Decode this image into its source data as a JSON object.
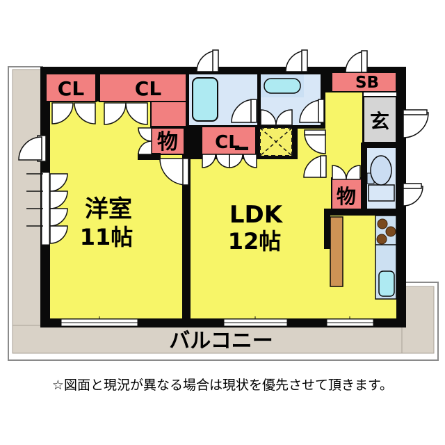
{
  "floorplan": {
    "note": "☆図面と現況が異なる場合は現状を優先させて頂きます。",
    "balcony_label": "バルコニー",
    "rooms": {
      "western_room_name": "洋室",
      "western_room_size": "11帖",
      "ldk_name": "LDK",
      "ldk_size": "12帖",
      "entrance_label": "玄",
      "shoebox_label": "SB",
      "closet_left_label": "CL",
      "closet_top_label": "CL",
      "closet_mid_label": "CL",
      "storage_mid_label": "物",
      "storage_right_label": "物"
    },
    "colors": {
      "room_yellow": "#F7F568",
      "closet_pink": "#F28080",
      "wet_area_blue": "#D8E7F7",
      "fixture_cyan": "#AEEAF2",
      "entrance_gray": "#D5D5D5",
      "balcony_beige": "#D9D2C7",
      "counter_brown": "#CE9355",
      "burner_brown": "#7B4A1E",
      "wall_black": "#0A0A0A",
      "washer_space_yellow": "#F5EF6A"
    }
  }
}
